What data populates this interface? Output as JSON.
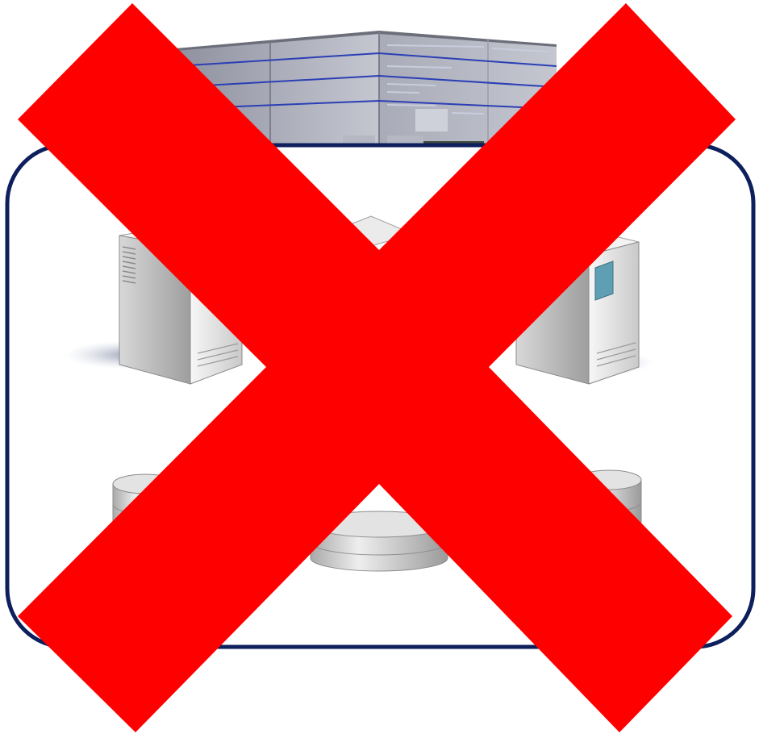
{
  "diagram": {
    "description_elements": {
      "building": "warehouse-building",
      "servers": [
        "server-left",
        "server-center",
        "server-right"
      ],
      "databases": [
        "database-left",
        "database-center",
        "database-right"
      ],
      "container": "rounded-container",
      "overlay": "red-x-overlay"
    },
    "colors": {
      "cross": "#ff0000",
      "container_border": "#0d1f5c",
      "building_wall": "#9fa1ae",
      "building_stripe": "#2b3fb5",
      "server_body": "#e6e6e6",
      "server_shadow": "#8c93a8",
      "database_body": "#cfcfcf",
      "window_glass": "#7fb6c9"
    },
    "icons": [
      "warehouse-building-icon",
      "server-tower-icon",
      "database-cylinder-icon",
      "red-x-icon"
    ]
  }
}
